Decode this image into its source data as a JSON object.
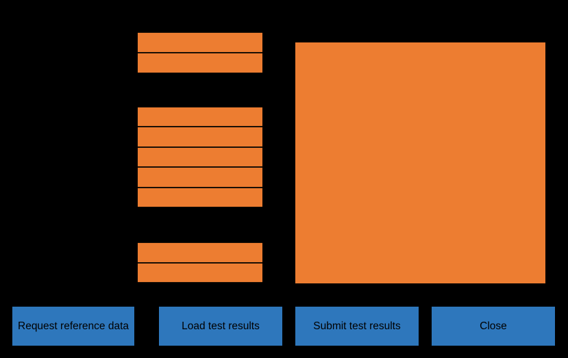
{
  "window": {
    "background_color": "#000000",
    "accent_orange": "#ED7D31",
    "accent_blue": "#2E77BC"
  },
  "form": {
    "groups": [
      {
        "name": "top-group",
        "rows": [
          {
            "value": ""
          },
          {
            "value": ""
          }
        ]
      },
      {
        "name": "middle-group",
        "rows": [
          {
            "value": ""
          },
          {
            "value": ""
          },
          {
            "value": ""
          },
          {
            "value": ""
          },
          {
            "value": ""
          }
        ]
      },
      {
        "name": "bottom-group",
        "rows": [
          {
            "value": ""
          },
          {
            "value": ""
          }
        ]
      }
    ]
  },
  "content_panel": {
    "value": ""
  },
  "buttons": [
    {
      "id": "request-reference-data",
      "label": "Request reference data"
    },
    {
      "id": "load-test-results",
      "label": "Load test results"
    },
    {
      "id": "submit-test-results",
      "label": "Submit test results"
    },
    {
      "id": "close",
      "label": "Close"
    }
  ]
}
